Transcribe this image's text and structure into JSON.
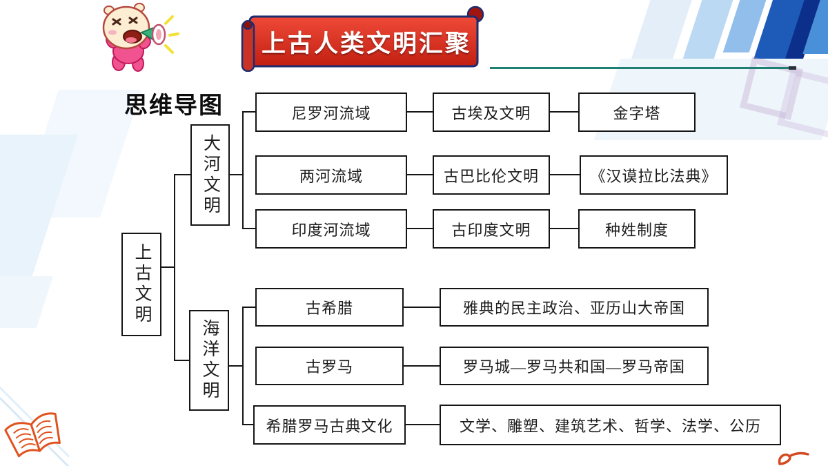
{
  "banner": {
    "title": "上古人类文明汇聚"
  },
  "heading": "思维导图",
  "mindmap": {
    "root": "上古文明",
    "branches": [
      {
        "label": "大河文明",
        "rows": [
          {
            "cells": [
              "尼罗河流域",
              "古埃及文明",
              "金字塔"
            ]
          },
          {
            "cells": [
              "两河流域",
              "古巴比伦文明",
              "《汉谟拉比法典》"
            ]
          },
          {
            "cells": [
              "印度河流域",
              "古印度文明",
              "种姓制度"
            ]
          }
        ]
      },
      {
        "label": "海洋文明",
        "rows": [
          {
            "cells": [
              "古希腊",
              "雅典的民主政治、亚历山大帝国"
            ]
          },
          {
            "cells": [
              "古罗马",
              "罗马城—罗马共和国—罗马帝国"
            ]
          },
          {
            "cells": [
              "希腊罗马古典文化",
              "文学、雕塑、建筑艺术、哲学、法学、公历"
            ]
          }
        ]
      }
    ]
  },
  "icons": {
    "character": "shouting-megaphone-character",
    "book": "open-book-doodle",
    "scribble": "red-pen-mark"
  },
  "colors": {
    "banner_red": "#d2281a",
    "banner_outline": "#1d2c6e",
    "teal_line": "#1e7f72",
    "box_border": "#151515",
    "accent_blue": "#1e5bb8"
  }
}
